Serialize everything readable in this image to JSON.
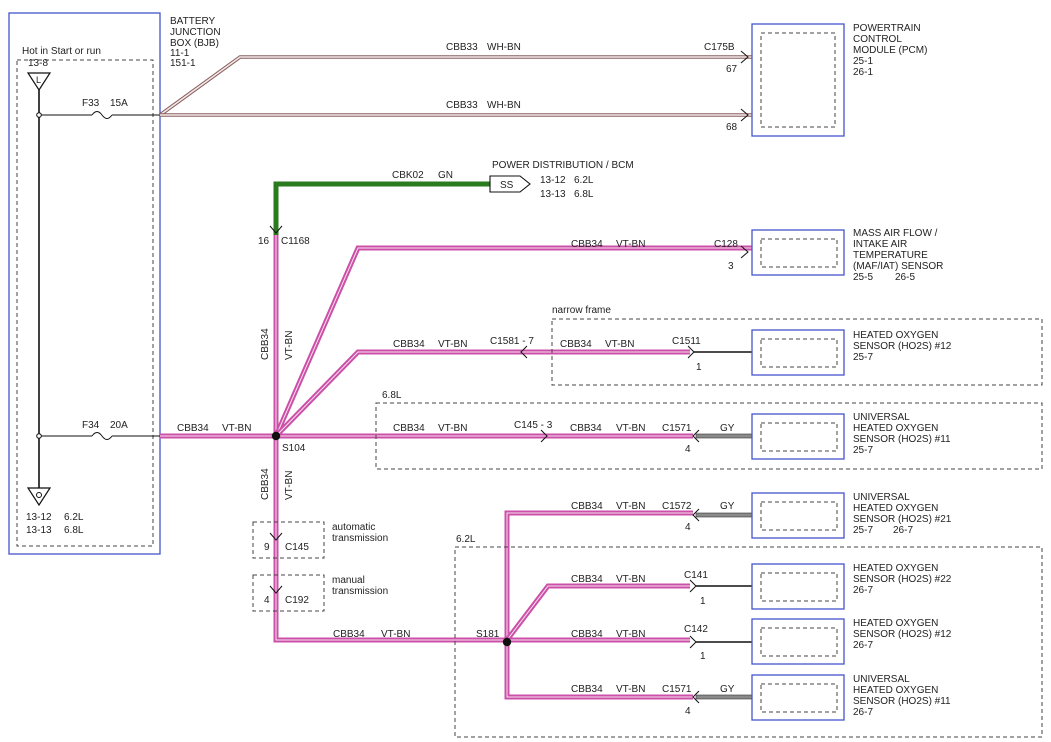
{
  "bjb": {
    "title_lines": [
      "BATTERY",
      "JUNCTION",
      "BOX (BJB)",
      "11-1",
      "151-1"
    ],
    "hot_label": "Hot in Start or run",
    "hot_ref": "13-8",
    "fuse1": {
      "name": "F33",
      "rating": "15A"
    },
    "fuse2": {
      "name": "F34",
      "rating": "20A"
    },
    "gnd_lines": [
      [
        "13-12",
        "6.2L"
      ],
      [
        "13-13",
        "6.8L"
      ]
    ]
  },
  "pcm": {
    "title_lines": [
      "POWERTRAIN",
      "CONTROL",
      "MODULE (PCM)",
      "25-1",
      "26-1"
    ],
    "connector": "C175B",
    "pin1": "67",
    "pin2": "68"
  },
  "wires": {
    "wh_circuit": "CBB33",
    "wh_color": "WH-BN",
    "vt_circuit": "CBB34",
    "vt_color": "VT-BN",
    "gn_circuit": "CBK02",
    "gn_color": "GN",
    "gy_color": "GY"
  },
  "power_dist": {
    "title": "POWER DISTRIBUTION / BCM",
    "symbol": "SS",
    "lines": [
      [
        "13-12",
        "6.2L"
      ],
      [
        "13-13",
        "6.8L"
      ]
    ]
  },
  "c1168": {
    "pin": "16",
    "name": "C1168"
  },
  "s104": "S104",
  "s181": "S181",
  "maf": {
    "connector": "C128",
    "pin": "3",
    "title_lines": [
      "MASS AIR FLOW /",
      "INTAKE AIR",
      "TEMPERATURE",
      "(MAF/IAT) SENSOR"
    ],
    "refs": [
      "25-5",
      "26-5"
    ]
  },
  "narrow_frame": {
    "label": "narrow frame",
    "inline_connector": "C1581 - 7",
    "connector": "C1511",
    "pin": "1",
    "title_lines": [
      "HEATED OXYGEN",
      "SENSOR (HO2S) #12"
    ],
    "ref": "25-7"
  },
  "engine_68": {
    "label": "6.8L",
    "inline_connector": "C145 - 3",
    "connector": "C1571",
    "pin": "4",
    "title_lines": [
      "UNIVERSAL",
      "HEATED OXYGEN",
      "SENSOR (HO2S) #11"
    ],
    "ref": "25-7"
  },
  "auto_trans": {
    "pin": "9",
    "name": "C145",
    "label_lines": [
      "automatic",
      "transmission"
    ]
  },
  "manual_trans": {
    "pin": "4",
    "name": "C192",
    "label_lines": [
      "manual",
      "transmission"
    ]
  },
  "engine_62": {
    "label": "6.2L",
    "sensors": [
      {
        "connector": "C1572",
        "pin": "4",
        "title_lines": [
          "UNIVERSAL",
          "HEATED OXYGEN",
          "SENSOR (HO2S) #21"
        ],
        "refs": [
          "25-7",
          "26-7"
        ]
      },
      {
        "connector": "C141",
        "pin": "1",
        "title_lines": [
          "HEATED OXYGEN",
          "SENSOR (HO2S) #22"
        ],
        "refs": [
          "26-7"
        ]
      },
      {
        "connector": "C142",
        "pin": "1",
        "title_lines": [
          "HEATED OXYGEN",
          "SENSOR (HO2S) #12"
        ],
        "refs": [
          "26-7"
        ]
      },
      {
        "connector": "C1571",
        "pin": "4",
        "title_lines": [
          "UNIVERSAL",
          "HEATED OXYGEN",
          "SENSOR (HO2S) #11"
        ],
        "refs": [
          "26-7"
        ]
      }
    ]
  },
  "colors": {
    "vt_wire": "#cc4fa8",
    "gn_wire": "#2a7a1e",
    "gy_wire": "#8a8a8a",
    "wh_wire": "#c89090",
    "box_border": "#4455cc"
  }
}
